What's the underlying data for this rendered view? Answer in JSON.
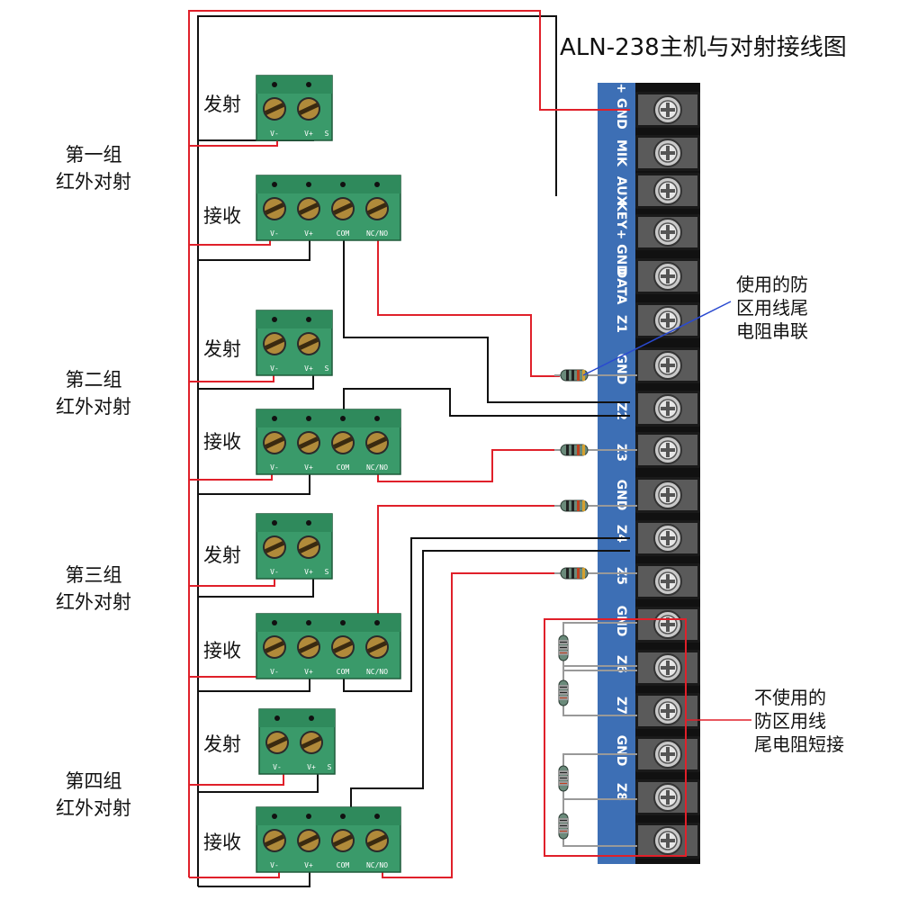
{
  "title": "ALN-238主机与对射接线图",
  "groups": [
    {
      "name": "第一组",
      "sub": "红外对射",
      "tx": "发射",
      "rx": "接收"
    },
    {
      "name": "第二组",
      "sub": "红外对射",
      "tx": "发射",
      "rx": "接收"
    },
    {
      "name": "第三组",
      "sub": "红外对射",
      "tx": "发射",
      "rx": "接收"
    },
    {
      "name": "第四组",
      "sub": "红外对射",
      "tx": "发射",
      "rx": "接收"
    }
  ],
  "tx_pins": [
    "V-",
    "V+",
    "S"
  ],
  "rx_pins": [
    "V-",
    "V+",
    "COM",
    "NC/NO"
  ],
  "board_terminals": [
    "+ GND",
    "MIK",
    "AUX",
    "KEY+ GND",
    "DATA",
    "Z1",
    "GND",
    "Z2",
    "Z3",
    "GND",
    "Z4",
    "Z5",
    "GND",
    "Z6",
    "Z7",
    "GND",
    "Z8"
  ],
  "notes": {
    "used": [
      "使用的防",
      "区用线尾",
      "电阻串联"
    ],
    "unused": [
      "不使用的",
      "防区用线",
      "尾电阻短接"
    ]
  },
  "colors": {
    "red_wire": "#e0202a",
    "black_wire": "#111111",
    "board": "#3d6fb5",
    "terminal_block": "#3a9a6a"
  }
}
